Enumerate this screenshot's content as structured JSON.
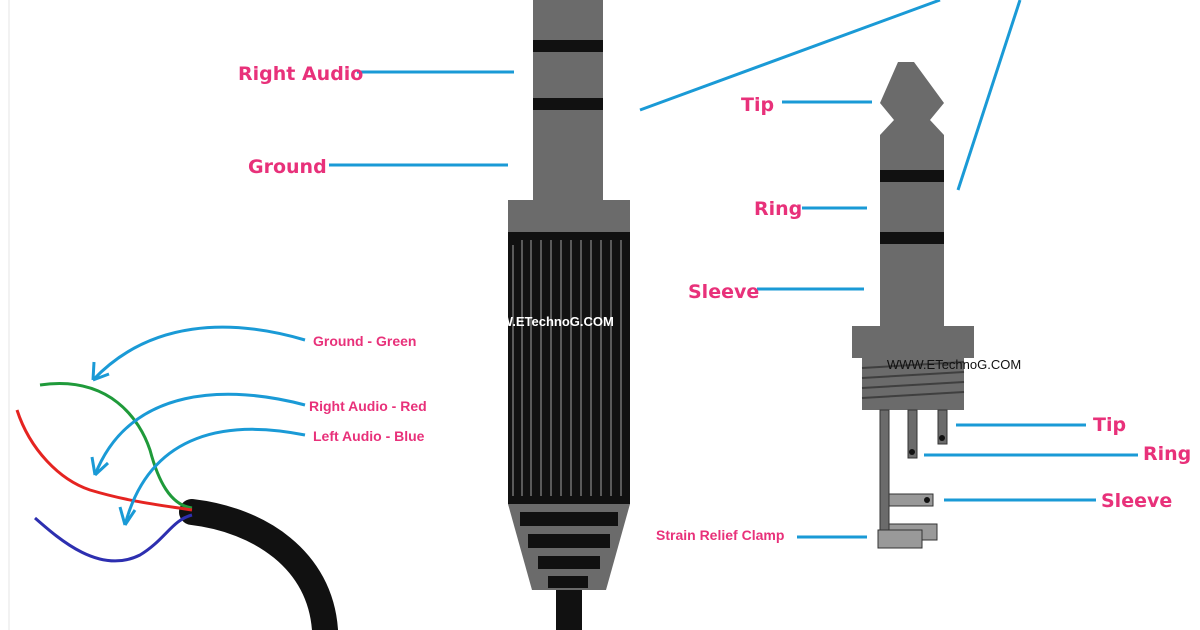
{
  "colors": {
    "label": "#e8317a",
    "pointer": "#1a9ad6",
    "plug_body": "#6b6b6b",
    "plug_dark": "#111111",
    "watermark": "#ffffff",
    "wire_green": "#1f9a3a",
    "wire_red": "#e52421",
    "wire_blue": "#2d2fb0"
  },
  "big_plug": {
    "labels": {
      "right_audio": "Right Audio",
      "ground": "Ground"
    },
    "watermark": "WWW.ETechnoG.COM"
  },
  "wires": {
    "ground": "Ground - Green",
    "right_audio": "Right Audio - Red",
    "left_audio": "Left Audio - Blue"
  },
  "small_plug": {
    "labels": {
      "tip": "Tip",
      "ring": "Ring",
      "sleeve": "Sleeve"
    },
    "watermark": "WWW.ETechnoG.COM"
  },
  "terminals": {
    "tip": "Tip",
    "ring": "Ring",
    "sleeve": "Sleeve",
    "strain_relief": "Strain Relief Clamp"
  }
}
